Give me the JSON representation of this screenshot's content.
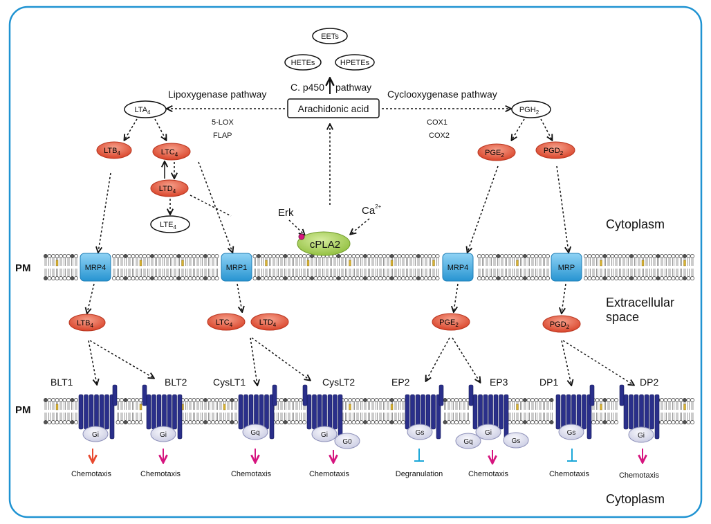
{
  "colors": {
    "frame": "#1f93d2",
    "product_fill": "#e4573c",
    "mrp_fill": "#3fa9e0",
    "receptor": "#2a2f8a",
    "gprotein_fill": "#dfe0f0",
    "cpla2_fill": "#a8cf55",
    "arrow_red": "#e8492f",
    "arrow_magenta": "#d6157f",
    "inhibit_cyan": "#1ba7d8"
  },
  "top": {
    "eets": "EETs",
    "hetes": "HETEs",
    "hpetes": "HPETEs",
    "p450_left": "C. p450",
    "p450_right": "pathway",
    "arachidonic": "Arachidonic acid",
    "lipox_pathway": "Lipoxygenase pathway",
    "cyclo_pathway": "Cyclooxygenase pathway",
    "lox5": "5-LOX",
    "flap": "FLAP",
    "cox1": "COX1",
    "cox2": "COX2"
  },
  "lipids": {
    "lta4": "LTA",
    "lta4_sub": "4",
    "ltb4": "LTB",
    "ltb4_sub": "4",
    "ltc4": "LTC",
    "ltc4_sub": "4",
    "ltd4": "LTD",
    "ltd4_sub": "4",
    "lte4": "LTE",
    "lte4_sub": "4",
    "pgh2": "PGH",
    "pgh2_sub": "2",
    "pge2": "PGE",
    "pge2_sub": "2",
    "pgd2": "PGD",
    "pgd2_sub": "2"
  },
  "enzyme": {
    "cpla2": "cPLA2",
    "erk": "Erk",
    "ca": "Ca",
    "ca_sup": "2+"
  },
  "regions": {
    "cytoplasm_upper": "Cytoplasm",
    "extracellular_line1": "Extracellular",
    "extracellular_line2": "space",
    "cytoplasm_lower": "Cytoplasm",
    "pm_upper": "PM",
    "pm_lower": "PM"
  },
  "transporters": {
    "mrp4_left": "MRP4",
    "mrp1": "MRP1",
    "mrp4_right": "MRP4",
    "mrp": "MRP"
  },
  "receptors": {
    "blt1": "BLT1",
    "blt2": "BLT2",
    "cyslt1": "CysLT1",
    "cyslt2": "CysLT2",
    "ep2": "EP2",
    "ep3": "EP3",
    "dp1": "DP1",
    "dp2": "DP2"
  },
  "gproteins": {
    "blt1": "Gi",
    "blt2": "Gi",
    "cyslt1": "Gq",
    "cyslt2_a": "Gi",
    "cyslt2_b": "G0",
    "ep2": "Gs",
    "ep3_a": "Gq",
    "ep3_b": "Gi",
    "ep3_c": "Gs",
    "dp1": "Gs",
    "dp2": "Gi"
  },
  "responses": {
    "blt1": "Chemotaxis",
    "blt2": "Chemotaxis",
    "cyslt1": "Chemotaxis",
    "cyslt2": "Chemotaxis",
    "ep2": "Degranulation",
    "ep3": "Chemotaxis",
    "dp1": "Chemotaxis",
    "dp2": "Chemotaxis"
  }
}
